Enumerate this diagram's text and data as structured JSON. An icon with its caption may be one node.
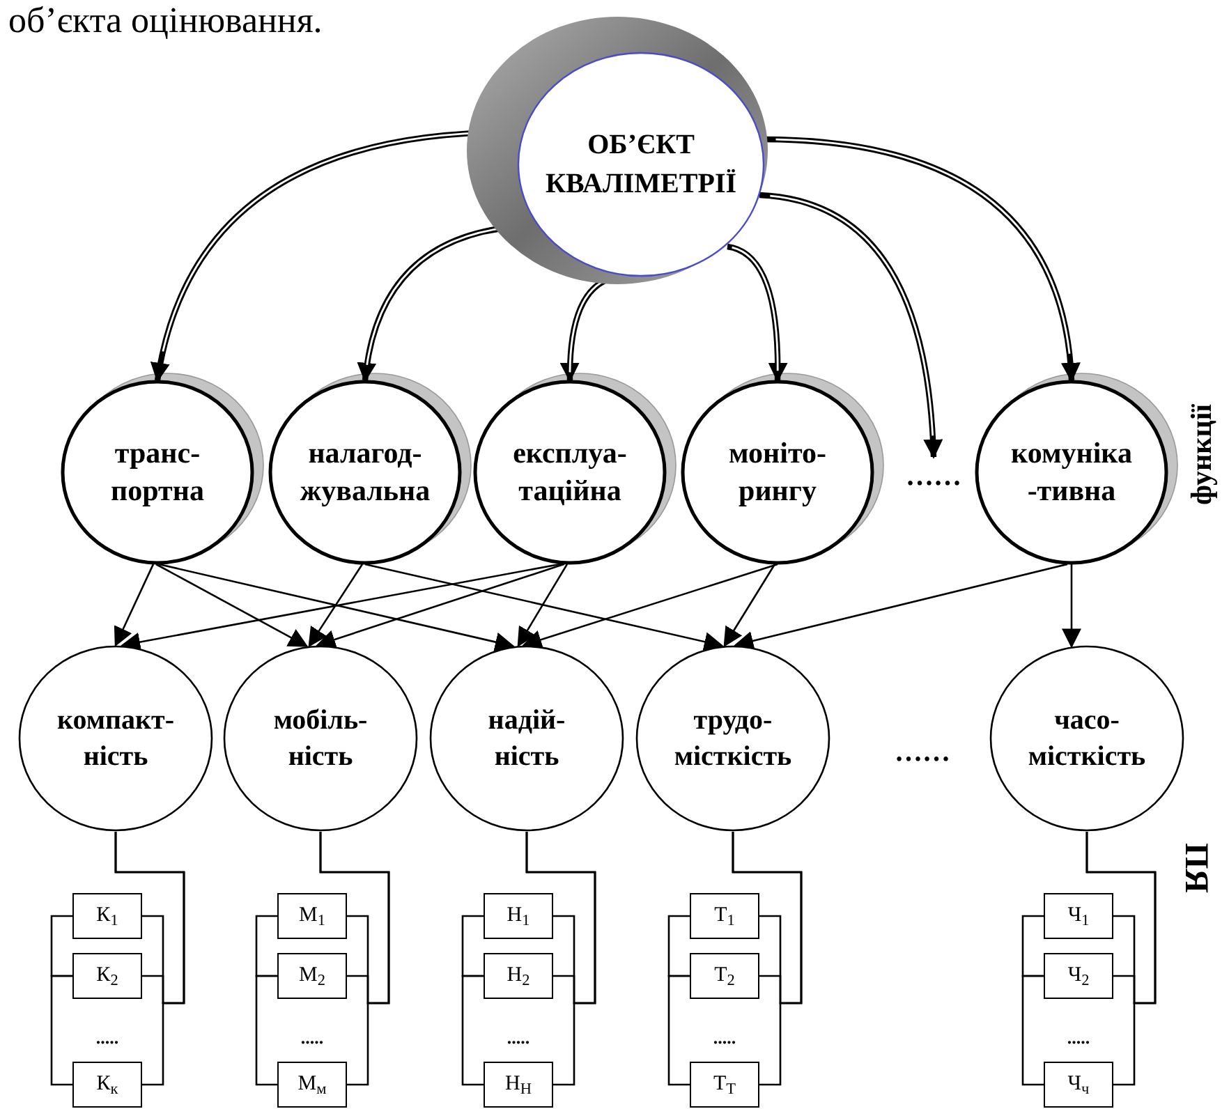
{
  "diagram": {
    "nodes": [
      {
        "text": [
          "ОБ’ЄКТ КВАЛІМЕТРІЇ"
        ]
      },
      {
        "text": [
          "транс- портна"
        ]
      },
      {
        "text": [
          "налагод- жувальна"
        ]
      },
      {
        "text": [
          "експлуа- таційна"
        ]
      },
      {
        "text": [
          "моніто- рингу"
        ]
      },
      {
        "text": [
          "……"
        ]
      },
      {
        "text": [
          "комуніка -тивна"
        ]
      },
      {
        "text": [
          "компакт- ність"
        ]
      },
      {
        "text": [
          "мобіль- ність"
        ]
      },
      {
        "text": [
          "надій- ність"
        ]
      },
      {
        "text": [
          "трудо- місткість"
        ]
      },
      {
        "text": [
          "часо- місткість"
        ]
      },
      {
        "text": [
          "К$_{1}$"
        ]
      },
      {
        "text": [
          "К$_{2}$"
        ]
      },
      {
        "text": [
          "К$_{к}$"
        ]
      },
      {
        "text": [
          "М$_{1}$"
        ]
      },
      {
        "text": [
          "М$_{2}$"
        ]
      },
      {
        "text": [
          "М$_{м}$"
        ]
      },
      {
        "text": [
          "Н$_{1}$"
        ]
      },
      {
        "text": [
          "Н$_{2}$"
        ]
      },
      {
        "text": [
          "Н$_{Н}$"
        ]
      },
      {
        "text": [
          "Т$_{1}$"
        ]
      },
      {
        "text": [
          "Т$_{2}$"
        ]
      },
      {
        "text": [
          "Т$_{Т}$"
        ]
      },
      {
        "text": [
          "Ч$_{1}$"
        ]
      },
      {
        "text": [
          "Ч$_{2}$"
        ]
      },
      {
        "text": [
          "Ч$_{ч}$"
        ]
      }
    ],
    "edges": [
      {
        "from": 0,
        "to": 1,
        "arrow": "to",
        "style": "thick"
      },
      {
        "from": 0,
        "to": 2,
        "arrow": "to",
        "style": "thick"
      },
      {
        "from": 0,
        "to": 3,
        "arrow": "to",
        "style": "thick"
      },
      {
        "from": 0,
        "to": 4,
        "arrow": "to",
        "style": "thick"
      },
      {
        "from": 0,
        "to": 5,
        "arrow": "to",
        "style": "thick"
      },
      {
        "from": 0,
        "to": 6,
        "arrow": "to",
        "style": "thick"
      },
      {
        "from": 1,
        "to": 7,
        "arrow": "to"
      },
      {
        "from": 1,
        "to": 8,
        "arrow": "to"
      },
      {
        "from": 1,
        "to": 9,
        "arrow": "to"
      },
      {
        "from": 2,
        "to": 8,
        "arrow": "to"
      },
      {
        "from": 2,
        "to": 10,
        "arrow": "to"
      },
      {
        "from": 3,
        "to": 7,
        "arrow": "to"
      },
      {
        "from": 3,
        "to": 8,
        "arrow": "to"
      },
      {
        "from": 3,
        "to": 9,
        "arrow": "to"
      },
      {
        "from": 4,
        "to": 9,
        "arrow": "to"
      },
      {
        "from": 4,
        "to": 10,
        "arrow": "to"
      },
      {
        "from": 6,
        "to": 10,
        "arrow": "to"
      },
      {
        "from": 6,
        "to": 11,
        "arrow": "to"
      },
      {
        "from": 7,
        "to": 12,
        "arrow": "none"
      },
      {
        "from": 7,
        "to": 13,
        "arrow": "none"
      },
      {
        "from": 7,
        "to": 14,
        "arrow": "none"
      },
      {
        "from": 8,
        "to": 15,
        "arrow": "none"
      },
      {
        "from": 8,
        "to": 16,
        "arrow": "none"
      },
      {
        "from": 8,
        "to": 17,
        "arrow": "none"
      },
      {
        "from": 9,
        "to": 18,
        "arrow": "none"
      },
      {
        "from": 9,
        "to": 19,
        "arrow": "none"
      },
      {
        "from": 9,
        "to": 20,
        "arrow": "none"
      },
      {
        "from": 10,
        "to": 21,
        "arrow": "none"
      },
      {
        "from": 10,
        "to": 22,
        "arrow": "none"
      },
      {
        "from": 10,
        "to": 23,
        "arrow": "none"
      },
      {
        "from": 11,
        "to": 24,
        "arrow": "none"
      },
      {
        "from": 11,
        "to": 25,
        "arrow": "none"
      },
      {
        "from": 11,
        "to": 26,
        "arrow": "none"
      },
      {
        "from": 12,
        "to": 13,
        "arrow": "none"
      },
      {
        "from": 13,
        "to": 14,
        "arrow": "none"
      },
      {
        "from": 15,
        "to": 16,
        "arrow": "none"
      },
      {
        "from": 16,
        "to": 17,
        "arrow": "none"
      },
      {
        "from": 18,
        "to": 19,
        "arrow": "none"
      },
      {
        "from": 19,
        "to": 20,
        "arrow": "none"
      },
      {
        "from": 21,
        "to": 22,
        "arrow": "none"
      },
      {
        "from": 22,
        "to": 23,
        "arrow": "none"
      },
      {
        "from": 24,
        "to": 25,
        "arrow": "none"
      },
      {
        "from": 25,
        "to": 26,
        "arrow": "none"
      }
    ],
    "labels": [
      "об’єкта оцінювання.",
      "……",
      ".....",
      ".....",
      ".....",
      ".....",
      ".....",
      "функції",
      "ПЯ"
    ]
  }
}
